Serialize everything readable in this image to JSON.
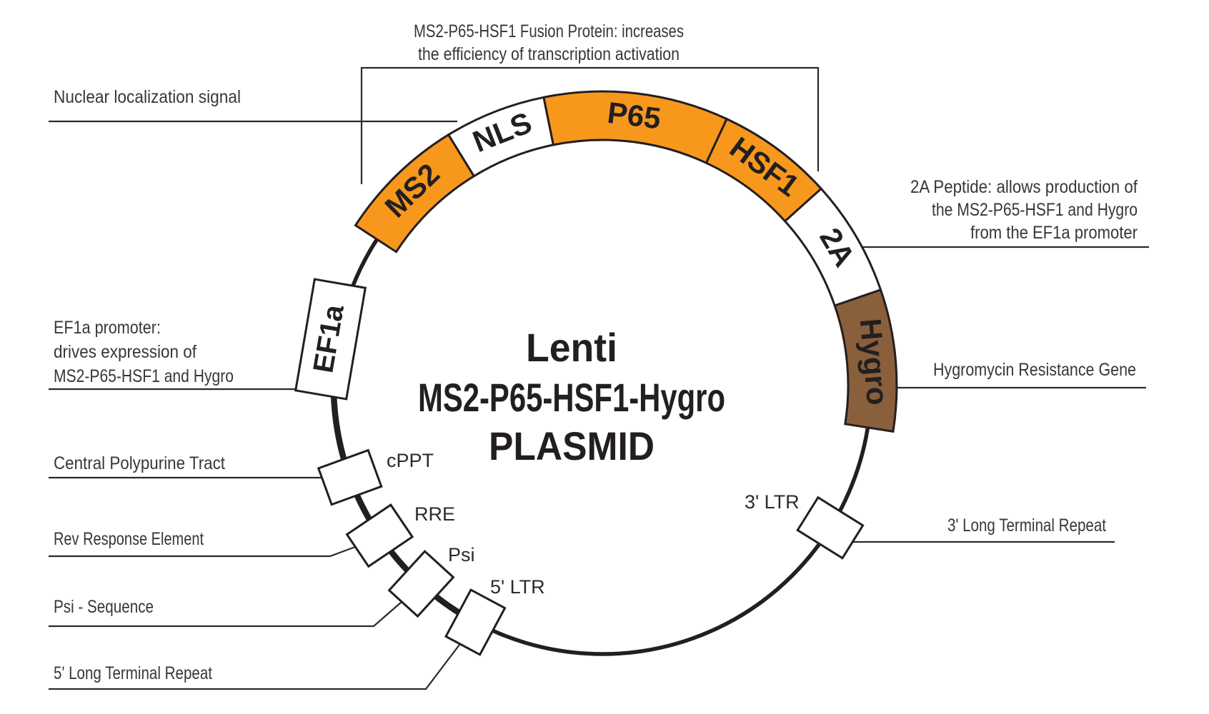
{
  "title": {
    "line1": "Lenti",
    "line2": "MS2-P65-HSF1-Hygro",
    "line3": "PLASMID"
  },
  "colors": {
    "orange": "#F7981D",
    "brown": "#8A5F3C",
    "white": "#FFFFFF",
    "outline": "#231F20"
  },
  "segments": [
    {
      "label": "MS2"
    },
    {
      "label": "NLS"
    },
    {
      "label": "P65"
    },
    {
      "label": "HSF1"
    },
    {
      "label": "2A"
    },
    {
      "label": "Hygro"
    }
  ],
  "markers": {
    "ef1a": "EF1a",
    "cppt": "cPPT",
    "rre": "RRE",
    "psi": "Psi",
    "ltr5": "5' LTR",
    "ltr3": "3' LTR"
  },
  "annotations": {
    "fusion": {
      "line1": "MS2-P65-HSF1 Fusion Protein: increases",
      "line2": "the efficiency of transcription activation"
    },
    "nls": "Nuclear localization signal",
    "ef1a": {
      "line1": "EF1a promoter:",
      "line2": "drives expression of",
      "line3": "MS2-P65-HSF1 and Hygro"
    },
    "cppt": "Central Polypurine Tract",
    "rre": "Rev Response Element",
    "psi": "Psi - Sequence",
    "ltr5": "5' Long Terminal Repeat",
    "peptide2a": {
      "line1": "2A Peptide: allows production of",
      "line2": "the MS2-P65-HSF1 and Hygro",
      "line3": "from the EF1a promoter"
    },
    "hygro": "Hygromycin Resistance Gene",
    "ltr3": "3' Long Terminal Repeat"
  }
}
